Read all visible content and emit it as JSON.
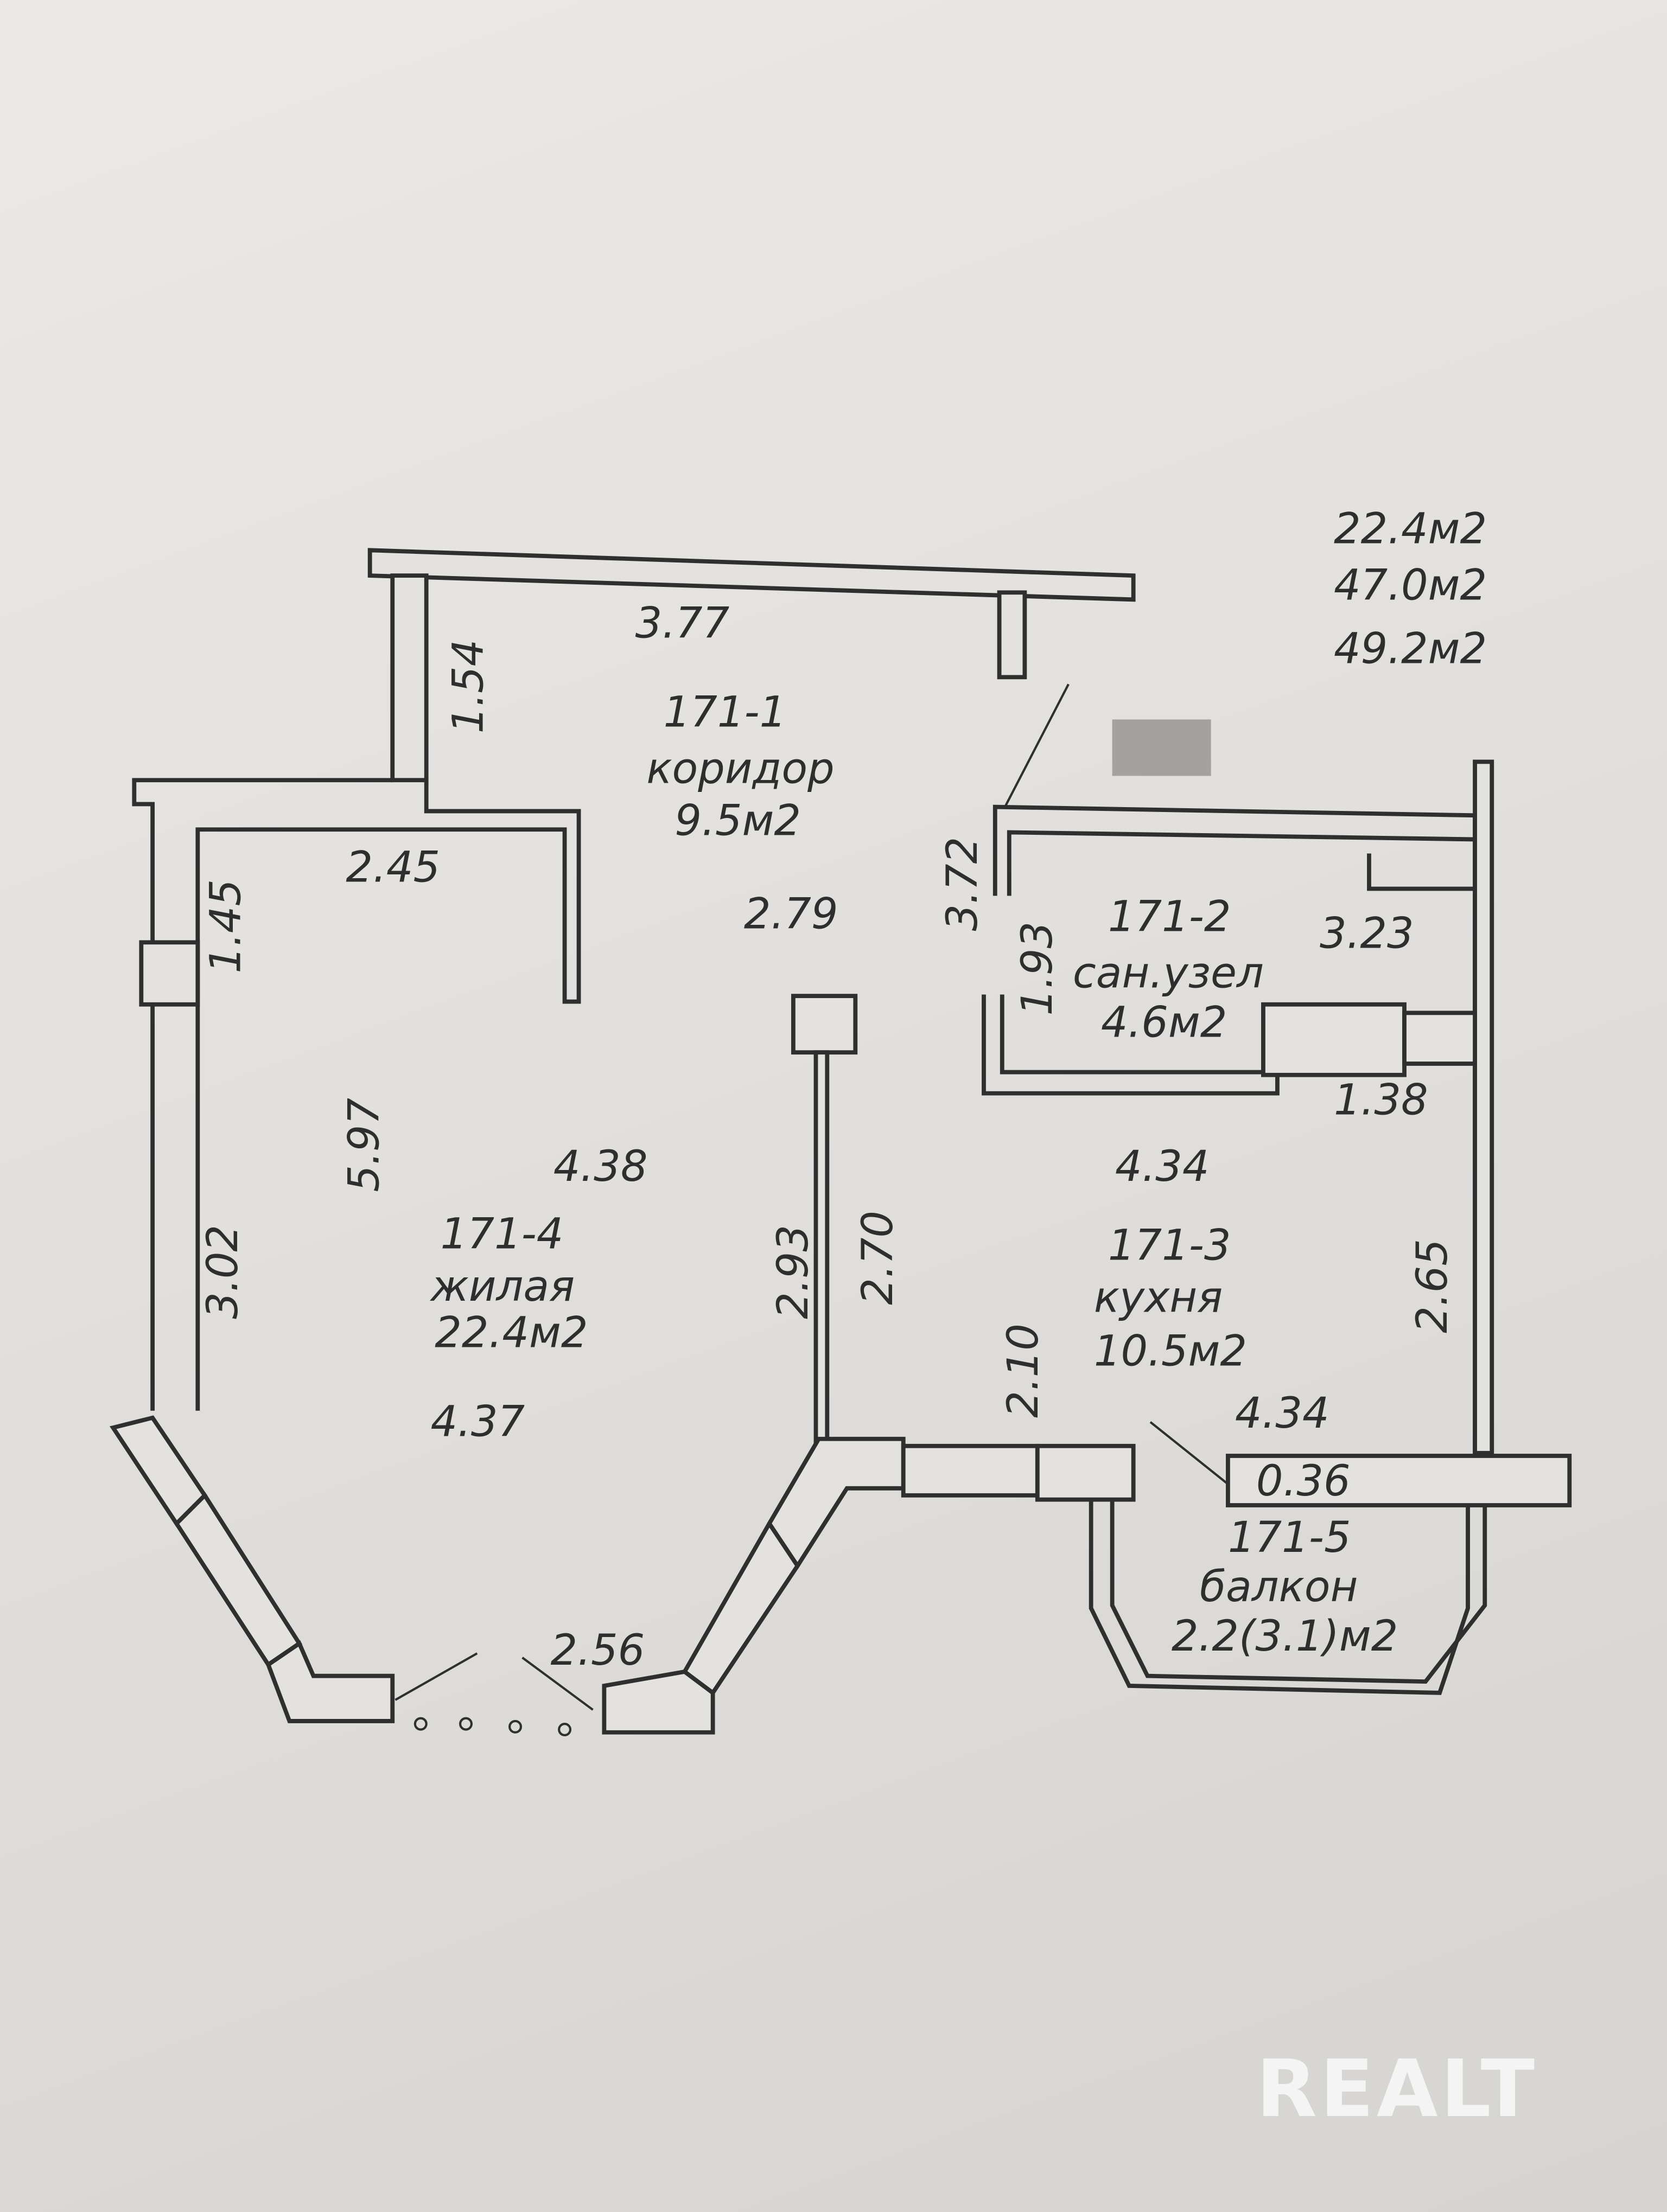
{
  "totals": [
    "22.4м2",
    "47.0м2",
    "49.2м2"
  ],
  "rooms": {
    "corridor": {
      "id": "171-1",
      "name": "коридор",
      "area": "9.5м2"
    },
    "bathroom": {
      "id": "171-2",
      "name": "сан.узел",
      "area": "4.6м2"
    },
    "kitchen": {
      "id": "171-3",
      "name": "кухня",
      "area": "10.5м2"
    },
    "living": {
      "id": "171-4",
      "name": "жилая",
      "area": "22.4м2"
    },
    "balcony": {
      "id": "171-5",
      "name": "балкон",
      "area": "2.2(3.1)м2"
    }
  },
  "dimensions": {
    "corridor_top": "3.77",
    "corridor_left": "1.54",
    "corridor_width": "2.79",
    "corridor_right": "3.72",
    "niche_width": "2.45",
    "niche_height": "1.45",
    "bath_width": "3.23",
    "bath_height": "1.93",
    "bath_step": "1.38",
    "kitchen_top": "4.34",
    "kitchen_bottom": "4.34",
    "kitchen_right": "2.65",
    "kitchen_door": "2.10",
    "wall_thickness": "0.36",
    "living_height": "5.97",
    "living_top": "4.38",
    "living_bottom": "4.37",
    "living_left": "3.02",
    "partition_a": "2.93",
    "partition_b": "2.70",
    "bay_window": "2.56"
  },
  "watermark": "REALT"
}
